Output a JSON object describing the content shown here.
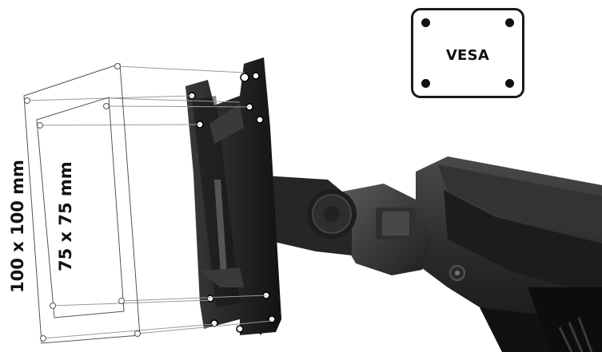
{
  "badge": {
    "label": "VESA"
  },
  "dimensions": {
    "outer": "100 x 100 mm",
    "inner": "75 x 75 mm"
  }
}
